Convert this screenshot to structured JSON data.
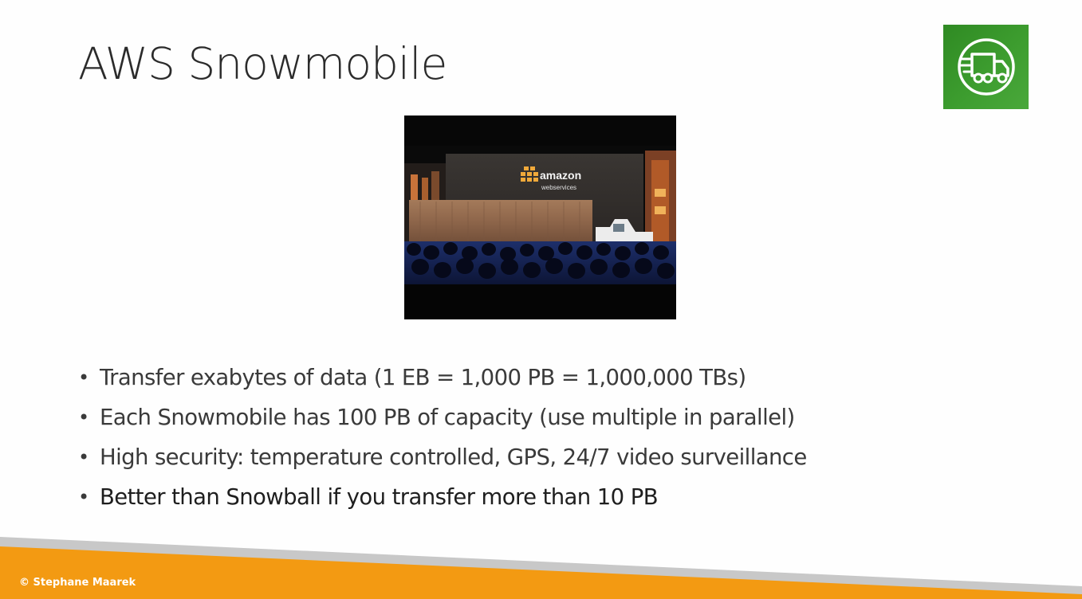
{
  "slide": {
    "title": "AWS Snowmobile",
    "logo_icon": "snowmobile-truck-icon",
    "photo": {
      "sign_line1": "amazon",
      "sign_line2": "webservices"
    },
    "bullets": [
      "Transfer exabytes of data (1 EB = 1,000 PB = 1,000,000 TBs)",
      "Each Snowmobile has 100 PB of capacity (use multiple in parallel)",
      "High security: temperature controlled, GPS, 24/7 video surveillance",
      "Better than Snowball if you transfer more than 10 PB"
    ],
    "footer": {
      "copyright": "© Stephane Maarek"
    }
  },
  "colors": {
    "logo_green": "#3d9d2f",
    "footer_orange": "#f39a12",
    "footer_grey": "#c8c8c8"
  }
}
